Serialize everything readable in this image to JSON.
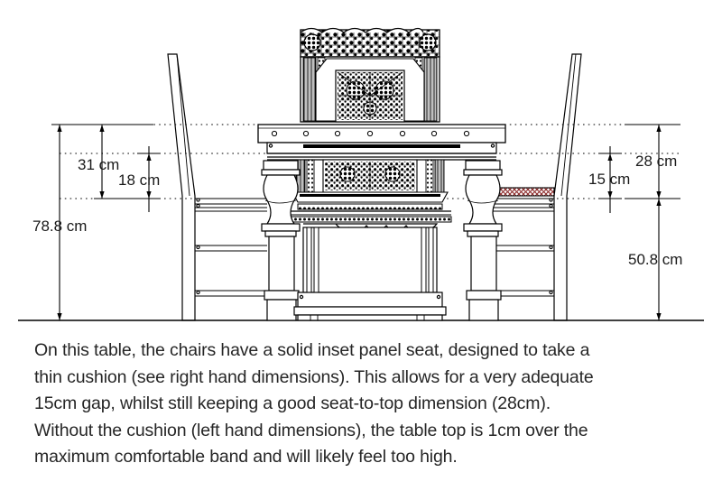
{
  "document": {
    "type": "technical-drawing",
    "subject": "Table and chair elevation with seat-height dimensions"
  },
  "dimensions": {
    "left": [
      {
        "id": "left-31",
        "label": "31 cm",
        "meaning": "table-top to chair seat (no cushion)"
      },
      {
        "id": "left-18",
        "label": "18 cm",
        "meaning": "apron underside to chair seat (no cushion)"
      },
      {
        "id": "left-788",
        "label": "78.8 cm",
        "meaning": "floor to table top"
      }
    ],
    "right": [
      {
        "id": "right-28",
        "label": "28 cm",
        "meaning": "table-top to cushioned seat"
      },
      {
        "id": "right-15",
        "label": "15 cm",
        "meaning": "apron underside to cushioned seat"
      },
      {
        "id": "right-508",
        "label": "50.8 cm",
        "meaning": "floor to cushioned seat"
      }
    ]
  },
  "colors": {
    "line": "#000000",
    "cushion_hatch": "#8c2b2b",
    "text": "#262626",
    "background": "#ffffff"
  },
  "caption": {
    "lines": [
      "On this table, the chairs have a solid inset panel seat, designed to take a",
      "thin cushion (see right hand dimensions). This allows for a very adequate",
      "15cm gap, whilst still keeping a good seat-to-top dimension (28cm).",
      "Without the cushion (left hand dimensions), the table top is 1cm over the",
      "maximum comfortable band and will likely feel too high."
    ]
  }
}
